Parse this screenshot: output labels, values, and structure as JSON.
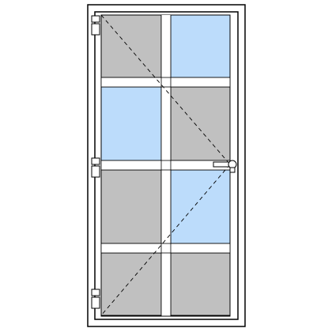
{
  "door": {
    "type": "single-leaf door with glazing bars",
    "opening": "left-hinged",
    "panes": {
      "rows": 4,
      "cols": 2,
      "layout": [
        [
          "panel",
          "glass"
        ],
        [
          "glass",
          "panel"
        ],
        [
          "panel",
          "glass"
        ],
        [
          "panel",
          "panel"
        ]
      ]
    },
    "hinge_count": 3,
    "handle_side": "right"
  },
  "colors": {
    "background": "#ffffff",
    "frame_fill": "#ffffff",
    "frame_stroke": "#000000",
    "glass": "#bcdcfb",
    "panel": "#c0c0c0",
    "hinge_fill": "#ffffff",
    "handle_fill": "#ffffff",
    "opening_line": "#000000"
  },
  "icons": {
    "hinge": "hinge-icon",
    "handle": "door-handle-icon"
  }
}
